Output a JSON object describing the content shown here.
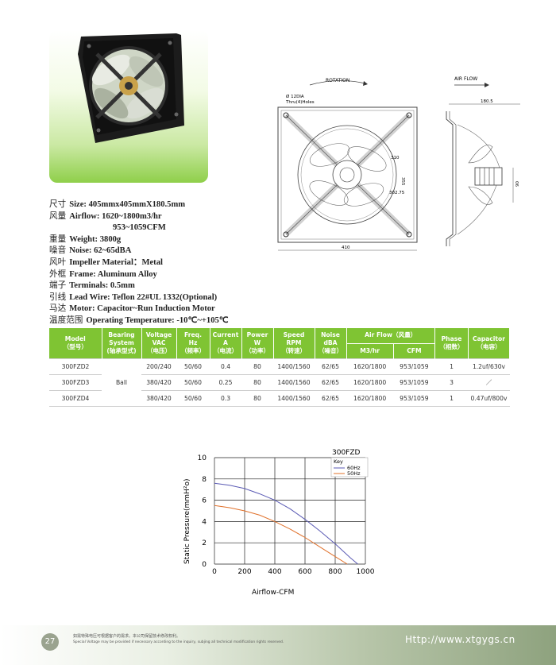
{
  "specs": [
    {
      "cn": "尺寸",
      "en": "Size: 405mmx405mmX180.5mm"
    },
    {
      "cn": "风量",
      "en": "Airflow: 1620~1800m3/hr"
    },
    {
      "cn": "",
      "en": "953~1059CFM"
    },
    {
      "cn": "重量",
      "en": "Weight: 3800g"
    },
    {
      "cn": "噪音",
      "en": "Noise: 62~65dBA"
    },
    {
      "cn": "风叶",
      "en": "Impeller Material：Metal"
    },
    {
      "cn": "外框",
      "en": "Frame: Aluminum Alloy"
    },
    {
      "cn": "端子",
      "en": "Terminals: 0.5mm"
    },
    {
      "cn": "引线",
      "en": "Lead Wire: Teflon 22#UL 1332(Optional)"
    },
    {
      "cn": "马达",
      "en": "Motor: Capacitor~Run Induction Motor"
    },
    {
      "cn": "温度范围",
      "en": "Operating Temperature: -10℃~+105℃"
    }
  ],
  "drawing": {
    "rotation_label": "ROTATION",
    "holes_label_1": "Ø 12DIA",
    "holes_label_2": "Thru(4)Holes",
    "dim_310": "310",
    "dim_355": "355",
    "dim_30275": "302.75",
    "dim_410": "410",
    "airflow_label": "AIR FLOW",
    "dim_1805": "180.5",
    "dim_90": "90"
  },
  "table": {
    "headers": {
      "model": [
        "Model",
        "（型号）"
      ],
      "bearing": [
        "Bearing",
        "System",
        "(轴承型式)"
      ],
      "voltage": [
        "Voltage",
        "VAC",
        "（电压）"
      ],
      "freq": [
        "Freq.",
        "Hz",
        "（频率）"
      ],
      "current": [
        "Current",
        "A",
        "（电流）"
      ],
      "power": [
        "Power",
        "W",
        "（功率）"
      ],
      "speed": [
        "Speed",
        "RPM",
        "（转速）"
      ],
      "noise": [
        "Noise",
        "dBA",
        "（噪音）"
      ],
      "airflow": "Air Flow（风量）",
      "airflow_m3": "M3/hr",
      "airflow_cfm": "CFM",
      "phase": [
        "Phase",
        "（相数）"
      ],
      "capacitor": [
        "Capacitor",
        "（电容）"
      ]
    },
    "bearing_value": "Ball",
    "rows": [
      {
        "model": "300FZD2",
        "voltage": "200/240",
        "freq": "50/60",
        "current": "0.4",
        "power": "80",
        "speed": "1400/1560",
        "noise": "62/65",
        "m3": "1620/1800",
        "cfm": "953/1059",
        "phase": "1",
        "capacitor": "1.2uf/630v"
      },
      {
        "model": "300FZD3",
        "voltage": "380/420",
        "freq": "50/60",
        "current": "0.25",
        "power": "80",
        "speed": "1400/1560",
        "noise": "62/65",
        "m3": "1620/1800",
        "cfm": "953/1059",
        "phase": "3",
        "capacitor": "／"
      },
      {
        "model": "300FZD4",
        "voltage": "380/420",
        "freq": "50/60",
        "current": "0.3",
        "power": "80",
        "speed": "1400/1560",
        "noise": "62/65",
        "m3": "1620/1800",
        "cfm": "953/1059",
        "phase": "1",
        "capacitor": "0.47uf/800v"
      }
    ]
  },
  "chart_data": {
    "type": "line",
    "title": "300FZD",
    "xlabel": "Airflow-CFM",
    "ylabel": "Static Pressure(mmH²o)",
    "xlim": [
      0,
      1000
    ],
    "ylim": [
      0,
      10
    ],
    "xticks": [
      0,
      200,
      400,
      600,
      800,
      1000
    ],
    "yticks": [
      0,
      2,
      4,
      6,
      8,
      10
    ],
    "grid": true,
    "legend_title": "Key",
    "legend_position": "top-right",
    "series": [
      {
        "name": "60Hz",
        "color": "#5a5ab4",
        "x": [
          0,
          100,
          200,
          300,
          400,
          500,
          600,
          700,
          800,
          900,
          950
        ],
        "y": [
          7.6,
          7.4,
          7.1,
          6.6,
          6.0,
          5.2,
          4.2,
          3.1,
          1.9,
          0.6,
          0
        ]
      },
      {
        "name": "50Hz",
        "color": "#e0702a",
        "x": [
          0,
          100,
          200,
          300,
          400,
          500,
          600,
          700,
          800,
          880
        ],
        "y": [
          5.5,
          5.3,
          5.0,
          4.6,
          4.0,
          3.3,
          2.5,
          1.6,
          0.7,
          0
        ]
      }
    ]
  },
  "footer": {
    "page_number": "27",
    "note_cn": "如需特殊电压可根据客户的需求。本公司保留技术修改权利。",
    "note_en": "Special Voltage may be provided if necessary according to the inquiry, subjing all technical modification rights reserved.",
    "url": "Http://www.xtgygs.cn"
  },
  "colors": {
    "header_green": "#7fc433",
    "series_60": "#5a5ab4",
    "series_50": "#e0702a"
  }
}
